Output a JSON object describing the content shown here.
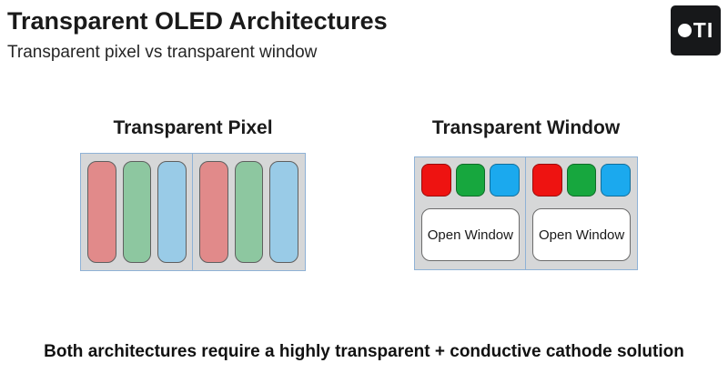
{
  "slide": {
    "title": "Transparent OLED Architectures",
    "subtitle": "Transparent pixel vs transparent window",
    "footer": "Both architectures require a highly transparent + conductive cathode solution"
  },
  "logo": {
    "text": "TI"
  },
  "diagrams": {
    "transparent_pixel": {
      "heading": "Transparent Pixel",
      "cell_count": 2,
      "subpixel_colors": {
        "red": "#e18a8a",
        "green": "#8dc7a0",
        "blue": "#99cbe7"
      }
    },
    "transparent_window": {
      "heading": "Transparent Window",
      "cell_count": 2,
      "subpixel_colors": {
        "red": "#ee1311",
        "green": "#17a73e",
        "blue": "#1ba9ee"
      },
      "open_window_label": "Open Window"
    }
  },
  "colors": {
    "cell_background": "#d6d7d8",
    "cell_border": "#8fb2d6",
    "stripe_border": "#5f5f5f",
    "logo_background": "#17181a",
    "text": "#1a1a1a"
  }
}
